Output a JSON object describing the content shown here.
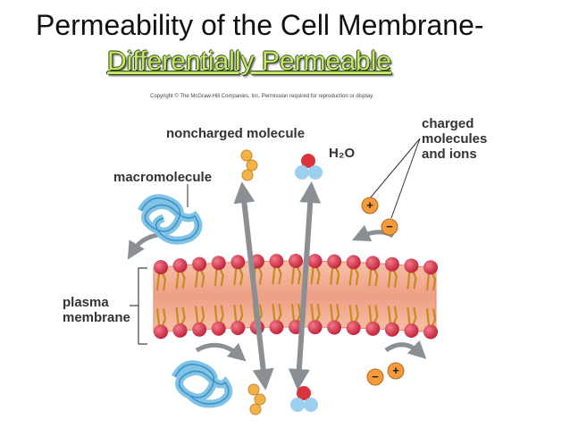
{
  "slide": {
    "title": "Permeability of the Cell Membrane-",
    "subtitle": "Differentially Permeable",
    "copyright": "Copyright © The McGraw-Hill Companies, Inc. Permission required for reproduction or display."
  },
  "labels": {
    "noncharged": "noncharged molecule",
    "h2o": "H₂O",
    "charged": [
      "charged",
      "molecules",
      "and ions"
    ],
    "macromolecule": "macromolecule",
    "plasma": [
      "plasma",
      "membrane"
    ]
  },
  "colors": {
    "phospholipid_head": "#d9334b",
    "membrane_fill": "#f0a58a",
    "arrow": "#8a8f94",
    "macromolecule": "#7fc4e6",
    "molecule_orange": "#f1b24a",
    "water_red": "#d9333b",
    "water_blue": "#9cd0ef",
    "ion_orange": "#f39b3d"
  }
}
